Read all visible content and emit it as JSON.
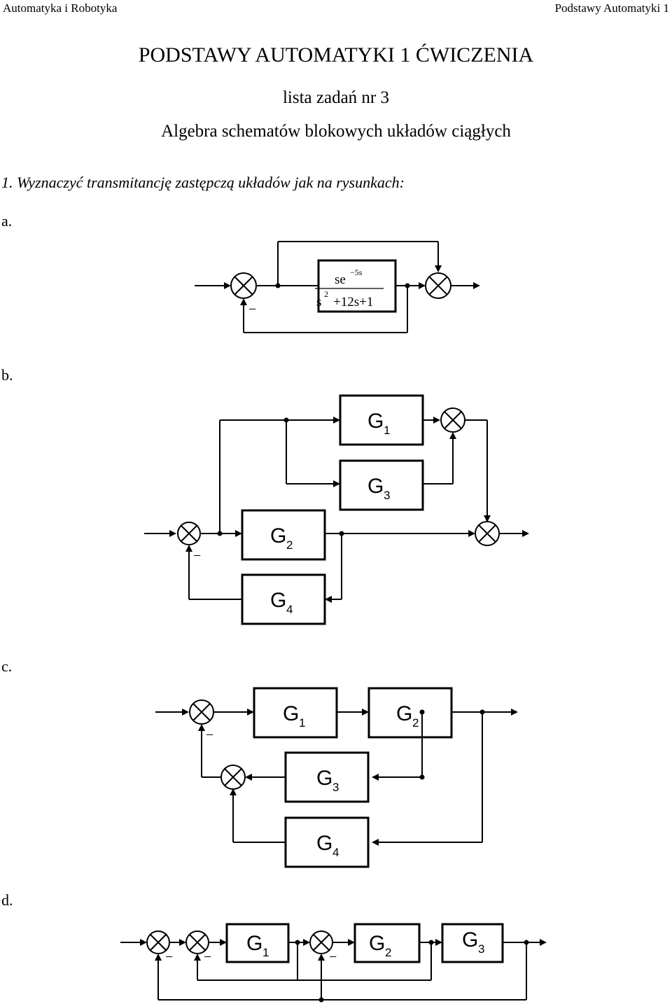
{
  "header": {
    "left": "Automatyka i Robotyka",
    "right": "Podstawy Automatyki 1"
  },
  "title": "PODSTAWY AUTOMATYKI 1 ĆWICZENIA",
  "subtitle1": "lista zadań nr 3",
  "subtitle2": "Algebra schematów blokowych układów ciągłych",
  "task": "1. Wyznaczyć transmitancję zastępczą układów jak na rysunkach:",
  "labels": {
    "a": "a.",
    "b": "b.",
    "c": "c.",
    "d": "d."
  },
  "diagram_a": {
    "num": "se",
    "num_exp": "−5s",
    "den_s": "s",
    "den_pow": "2",
    "den_rest": "+12s+1",
    "minus": "−"
  },
  "blocks": {
    "G": "G",
    "s1": "1",
    "s2": "2",
    "s3": "3",
    "s4": "4"
  },
  "minus": "−"
}
